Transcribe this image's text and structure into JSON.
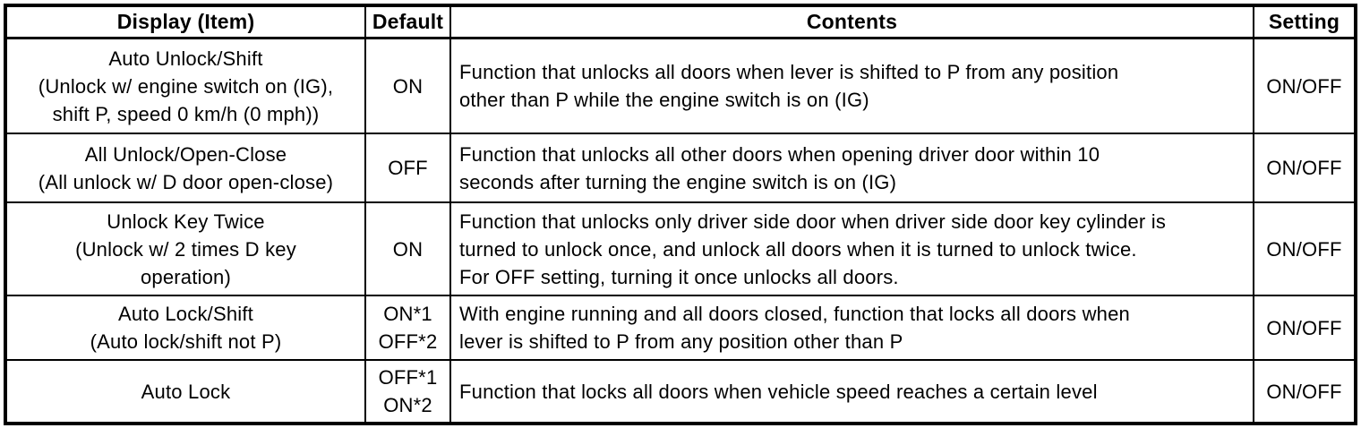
{
  "table": {
    "headers": {
      "display": "Display (Item)",
      "default": "Default",
      "contents": "Contents",
      "setting": "Setting"
    },
    "rows": [
      {
        "display": "Auto Unlock/Shift\n(Unlock w/ engine switch on (IG),\nshift P, speed 0 km/h (0 mph))",
        "default": "ON",
        "contents": "Function that unlocks all doors when lever is shifted to P from any position\nother than P while the engine switch is on (IG)",
        "setting": "ON/OFF"
      },
      {
        "display": "All Unlock/Open-Close\n(All unlock w/ D door open-close)",
        "default": "OFF",
        "contents": "Function that unlocks all other doors when opening driver door within 10\nseconds after turning the engine switch is on (IG)",
        "setting": "ON/OFF"
      },
      {
        "display": "Unlock Key Twice\n(Unlock w/ 2 times D key\noperation)",
        "default": "ON",
        "contents": "Function that unlocks only driver side door when driver side door key cylinder is\nturned to unlock once, and unlock all doors when it is turned to unlock twice.\nFor OFF setting, turning it once unlocks all doors.",
        "setting": "ON/OFF"
      },
      {
        "display": "Auto Lock/Shift\n(Auto lock/shift not P)",
        "default": "ON*1\nOFF*2",
        "contents": "With engine running and all doors closed, function that locks all doors when\nlever is shifted to P from any position other than P",
        "setting": "ON/OFF"
      },
      {
        "display": "Auto Lock",
        "default": "OFF*1\nON*2",
        "contents": "Function that locks all doors when vehicle speed reaches a certain level",
        "setting": "ON/OFF"
      }
    ],
    "colors": {
      "border": "#000000",
      "background": "#ffffff",
      "text": "#000000"
    }
  }
}
